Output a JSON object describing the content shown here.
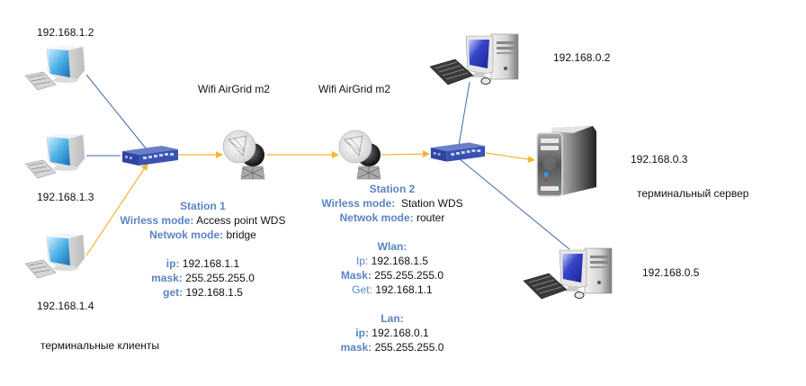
{
  "diagram": {
    "colors": {
      "lan_link": "#3e6aa8",
      "wifi_link": "#f5b532",
      "key_label": "#5b84c0"
    },
    "clients": [
      {
        "id": "client-1",
        "ip": "192.168.1.2",
        "icon": "monitor-pc-icon"
      },
      {
        "id": "client-2",
        "ip": "192.168.1.3",
        "icon": "monitor-pc-icon"
      },
      {
        "id": "client-3",
        "ip": "192.168.1.4",
        "icon": "monitor-pc-icon"
      }
    ],
    "clients_caption": "терминальные клиенты",
    "devices": {
      "switch_left": {
        "icon": "network-switch-icon"
      },
      "switch_right": {
        "icon": "network-switch-icon"
      },
      "dish_1": {
        "label": "Wifi AirGrid m2",
        "icon": "wifi-antenna-dish-icon"
      },
      "dish_2": {
        "label": "Wifi AirGrid m2",
        "icon": "wifi-antenna-dish-icon"
      }
    },
    "station1": {
      "title": "Station 1",
      "wireless_mode_key": "Wirless mode:",
      "wireless_mode_value": "Access point WDS",
      "network_mode_key": "Netwok mode:",
      "network_mode_value": "bridge",
      "ip_key": "ip:",
      "ip_value": "192.168.1.1",
      "mask_key": "mask:",
      "mask_value": "255.255.255.0",
      "gw_key": "get:",
      "gw_value": "192.168.1.5"
    },
    "station2": {
      "title": "Station 2",
      "wireless_mode_key": "Wirless mode:",
      "wireless_mode_value": "Station WDS",
      "network_mode_key": "Netwok mode:",
      "network_mode_value": "router",
      "wlan_heading": "Wlan:",
      "wlan_ip_key": "Ip:",
      "wlan_ip_value": "192.168.1.5",
      "wlan_mask_key": "Mask:",
      "wlan_mask_value": "255.255.255.0",
      "wlan_gw_key": "Get:",
      "wlan_gw_value": "192.168.1.1",
      "lan_heading": "Lan:",
      "lan_ip_key": "ip:",
      "lan_ip_value": "192.168.0.1",
      "lan_mask_key": "mask:",
      "lan_mask_value": "255.255.255.0"
    },
    "right_hosts": [
      {
        "id": "pc-top",
        "ip": "192.168.0.2",
        "icon": "desktop-pc-icon"
      },
      {
        "id": "server",
        "ip": "192.168.0.3",
        "icon": "server-tower-icon",
        "caption": "терминальный сервер"
      },
      {
        "id": "pc-bottom",
        "ip": "192.168.0.5",
        "icon": "desktop-pc-icon"
      }
    ]
  }
}
